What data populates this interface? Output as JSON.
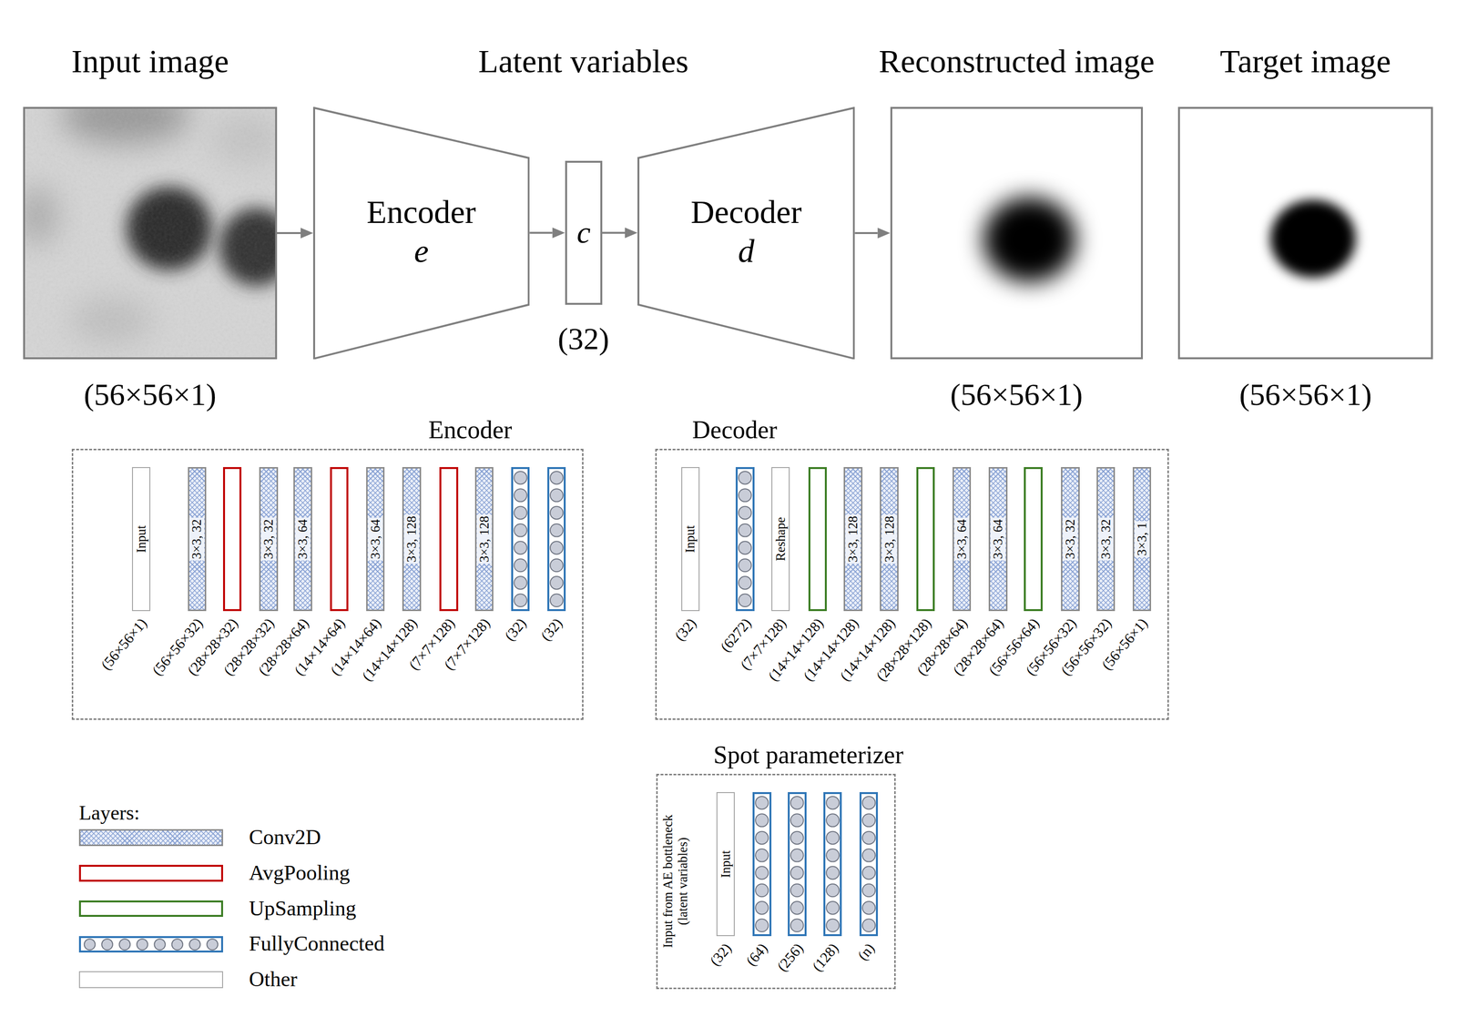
{
  "diagram": {
    "nodes": [
      {
        "text": [
          "Input image",
          "(56×56×1)"
        ]
      },
      {
        "text": [
          "Encoder",
          "e"
        ]
      },
      {
        "text": [
          "Latent variables",
          "c",
          "(32)"
        ]
      },
      {
        "text": [
          "Decoder",
          "d"
        ]
      },
      {
        "text": [
          "Reconstructed image",
          "(56×56×1)"
        ]
      },
      {
        "text": [
          "Target image",
          "(56×56×1)"
        ]
      },
      {
        "text": [
          "Encoder"
        ]
      },
      {
        "text": [
          "Input",
          "(56×56×1)"
        ],
        "in": 6
      },
      {
        "text": [
          "3×3, 32",
          "(56×56×32)"
        ],
        "in": 6
      },
      {
        "text": [
          "(28×28×32)"
        ],
        "in": 6
      },
      {
        "text": [
          "3×3, 32",
          "(28×28×32)"
        ],
        "in": 6
      },
      {
        "text": [
          "3×3, 64",
          "(28×28×64)"
        ],
        "in": 6
      },
      {
        "text": [
          "(14×14×64)"
        ],
        "in": 6
      },
      {
        "text": [
          "3×3, 64",
          "(14×14×64)"
        ],
        "in": 6
      },
      {
        "text": [
          "3×3, 128",
          "(14×14×128)"
        ],
        "in": 6
      },
      {
        "text": [
          "(7×7×128)"
        ],
        "in": 6
      },
      {
        "text": [
          "3×3, 128",
          "(7×7×128)"
        ],
        "in": 6
      },
      {
        "text": [
          "(32)"
        ],
        "in": 6
      },
      {
        "text": [
          "(32)"
        ],
        "in": 6
      },
      {
        "text": [
          "Decoder"
        ]
      },
      {
        "text": [
          "Input",
          "(32)"
        ],
        "in": 19
      },
      {
        "text": [
          "(6272)"
        ],
        "in": 19
      },
      {
        "text": [
          "Reshape",
          "(7×7×128)"
        ],
        "in": 19
      },
      {
        "text": [
          "(14×14×128)"
        ],
        "in": 19
      },
      {
        "text": [
          "3×3, 128",
          "(14×14×128)"
        ],
        "in": 19
      },
      {
        "text": [
          "3×3, 128",
          "(14×14×128)"
        ],
        "in": 19
      },
      {
        "text": [
          "(28×28×128)"
        ],
        "in": 19
      },
      {
        "text": [
          "3×3, 64",
          "(28×28×64)"
        ],
        "in": 19
      },
      {
        "text": [
          "3×3, 64",
          "(28×28×64)"
        ],
        "in": 19
      },
      {
        "text": [
          "(56×56×64)"
        ],
        "in": 19
      },
      {
        "text": [
          "3×3, 32",
          "(56×56×32)"
        ],
        "in": 19
      },
      {
        "text": [
          "3×3, 32",
          "(56×56×32)"
        ],
        "in": 19
      },
      {
        "text": [
          "3×3, 1",
          "(56×56×1)"
        ],
        "in": 19
      },
      {
        "text": [
          "Spot parameterizer",
          "Input from AE bottleneck (latent variables)"
        ]
      },
      {
        "text": [
          "Input",
          "(32)"
        ],
        "in": 33
      },
      {
        "text": [
          "(64)"
        ],
        "in": 33
      },
      {
        "text": [
          "(256)"
        ],
        "in": 33
      },
      {
        "text": [
          "(128)"
        ],
        "in": 33
      },
      {
        "text": [
          "(n)"
        ],
        "in": 33
      }
    ],
    "edges": [
      {
        "from": 0,
        "to": 1,
        "arrow": "to"
      },
      {
        "from": 1,
        "to": 2,
        "arrow": "to"
      },
      {
        "from": 2,
        "to": 3,
        "arrow": "to"
      },
      {
        "from": 3,
        "to": 4,
        "arrow": "to"
      }
    ],
    "labels": [
      "Layers:"
    ],
    "legend": [
      {
        "text": "Conv2D"
      },
      {
        "text": "AvgPooling",
        "color": "#c00000"
      },
      {
        "text": "UpSampling",
        "color": "#3b7d23"
      },
      {
        "text": "FullyConnected"
      },
      {
        "text": "Other",
        "color": "#a6a6a6"
      }
    ]
  }
}
